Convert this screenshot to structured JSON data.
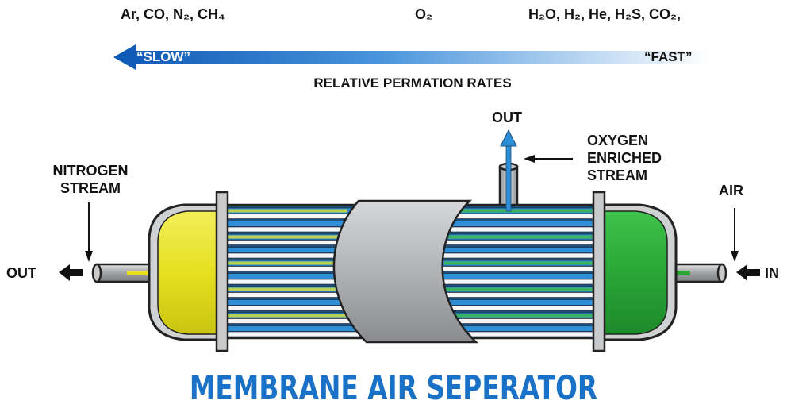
{
  "permeation": {
    "slow_gases": "Ar, CO, N₂, CH₄",
    "mid_gas": "O₂",
    "fast_gases": "H₂O, H₂, He, H₂S, CO₂,",
    "slow_label": "“SLOW”",
    "fast_label": "“FAST”",
    "scale_title": "RELATIVE PERMATION RATES",
    "arrow_color_dark": "#1565c0",
    "arrow_color_light": "#ffffff"
  },
  "labels": {
    "nitrogen_stream": [
      "NITROGEN",
      "STREAM"
    ],
    "out_left": "OUT",
    "out_top": "OUT",
    "oxygen_stream": [
      "OXYGEN",
      "ENRICHED",
      "STREAM"
    ],
    "air": "AIR",
    "in_right": "IN"
  },
  "colors": {
    "nitrogen_end": "#e8e22a",
    "air_end": "#2eab3a",
    "fiber_blue": "#2e8fd8",
    "shell_gray": "#b9bbbe",
    "title_blue": "#1a72c8"
  },
  "title": "MEMBRANE AIR SEPERATOR"
}
